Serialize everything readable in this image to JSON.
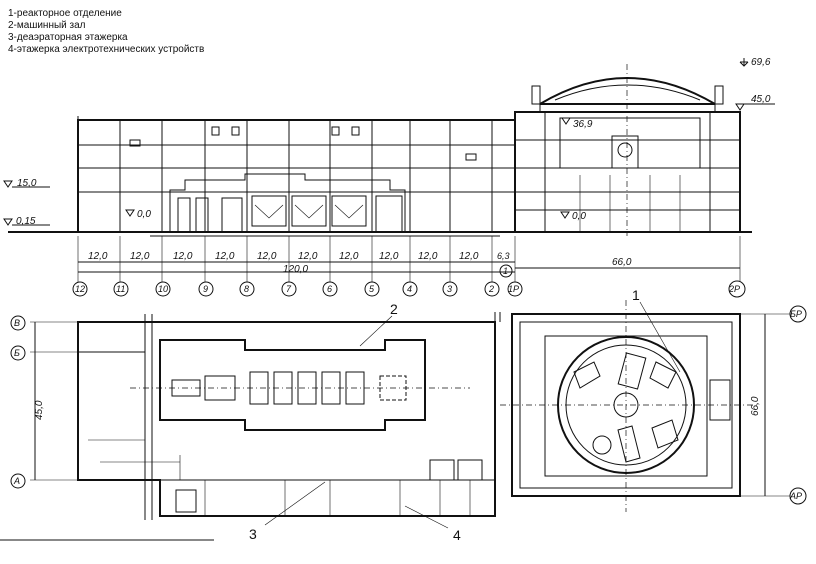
{
  "legend": [
    "1-реакторное отделение",
    "2-машинный зал",
    "3-деаэраторная этажерка",
    "4-этажерка электротехнических устройств"
  ],
  "elevations": {
    "e69_6": "69,6",
    "e45_0": "45,0",
    "e36_9": "36,9",
    "e15_0": "15,0",
    "e0_15": "0,15",
    "e0_0_turbine": "0,0",
    "e0_0_reactor": "0,0"
  },
  "dimensions": {
    "span12": "12,0",
    "d6_3": "6,3",
    "total120": "120,0",
    "reactor66": "66,0",
    "plan45": "45,0",
    "plan66": "66,0"
  },
  "axes_x": [
    "12",
    "11",
    "10",
    "9",
    "8",
    "7",
    "6",
    "5",
    "4",
    "3",
    "2",
    "1Р",
    "2Р"
  ],
  "axis_1": "1",
  "axes_y_left": [
    "В",
    "Б",
    "А"
  ],
  "axes_y_right": [
    "БР",
    "АР"
  ],
  "callouts": [
    "1",
    "2",
    "3",
    "4"
  ]
}
